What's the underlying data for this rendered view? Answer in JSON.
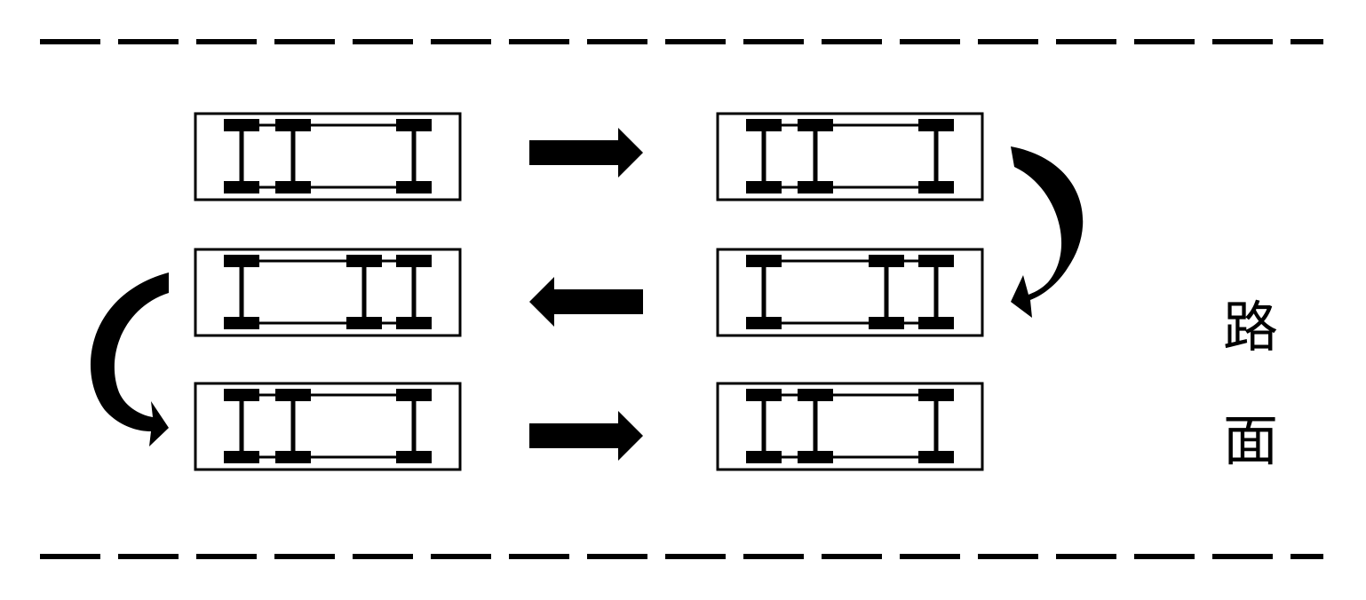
{
  "road_label": {
    "char1": "路",
    "char2": "面"
  },
  "colors": {
    "ink": "#000000",
    "background": "#ffffff"
  },
  "vehicles": [
    {
      "id": "truck-1",
      "axle_pattern": "tandem-front"
    },
    {
      "id": "truck-2",
      "axle_pattern": "tandem-front"
    },
    {
      "id": "truck-3",
      "axle_pattern": "tandem-rear"
    },
    {
      "id": "truck-4",
      "axle_pattern": "tandem-rear"
    },
    {
      "id": "truck-5",
      "axle_pattern": "tandem-front"
    },
    {
      "id": "truck-6",
      "axle_pattern": "tandem-front"
    }
  ],
  "flow": [
    {
      "from": "truck-1",
      "to": "truck-2",
      "kind": "straight-right"
    },
    {
      "from": "truck-2",
      "to": "truck-4",
      "kind": "curved-down"
    },
    {
      "from": "truck-4",
      "to": "truck-3",
      "kind": "straight-left"
    },
    {
      "from": "truck-3",
      "to": "truck-5",
      "kind": "curved-down"
    },
    {
      "from": "truck-5",
      "to": "truck-6",
      "kind": "straight-right"
    }
  ]
}
